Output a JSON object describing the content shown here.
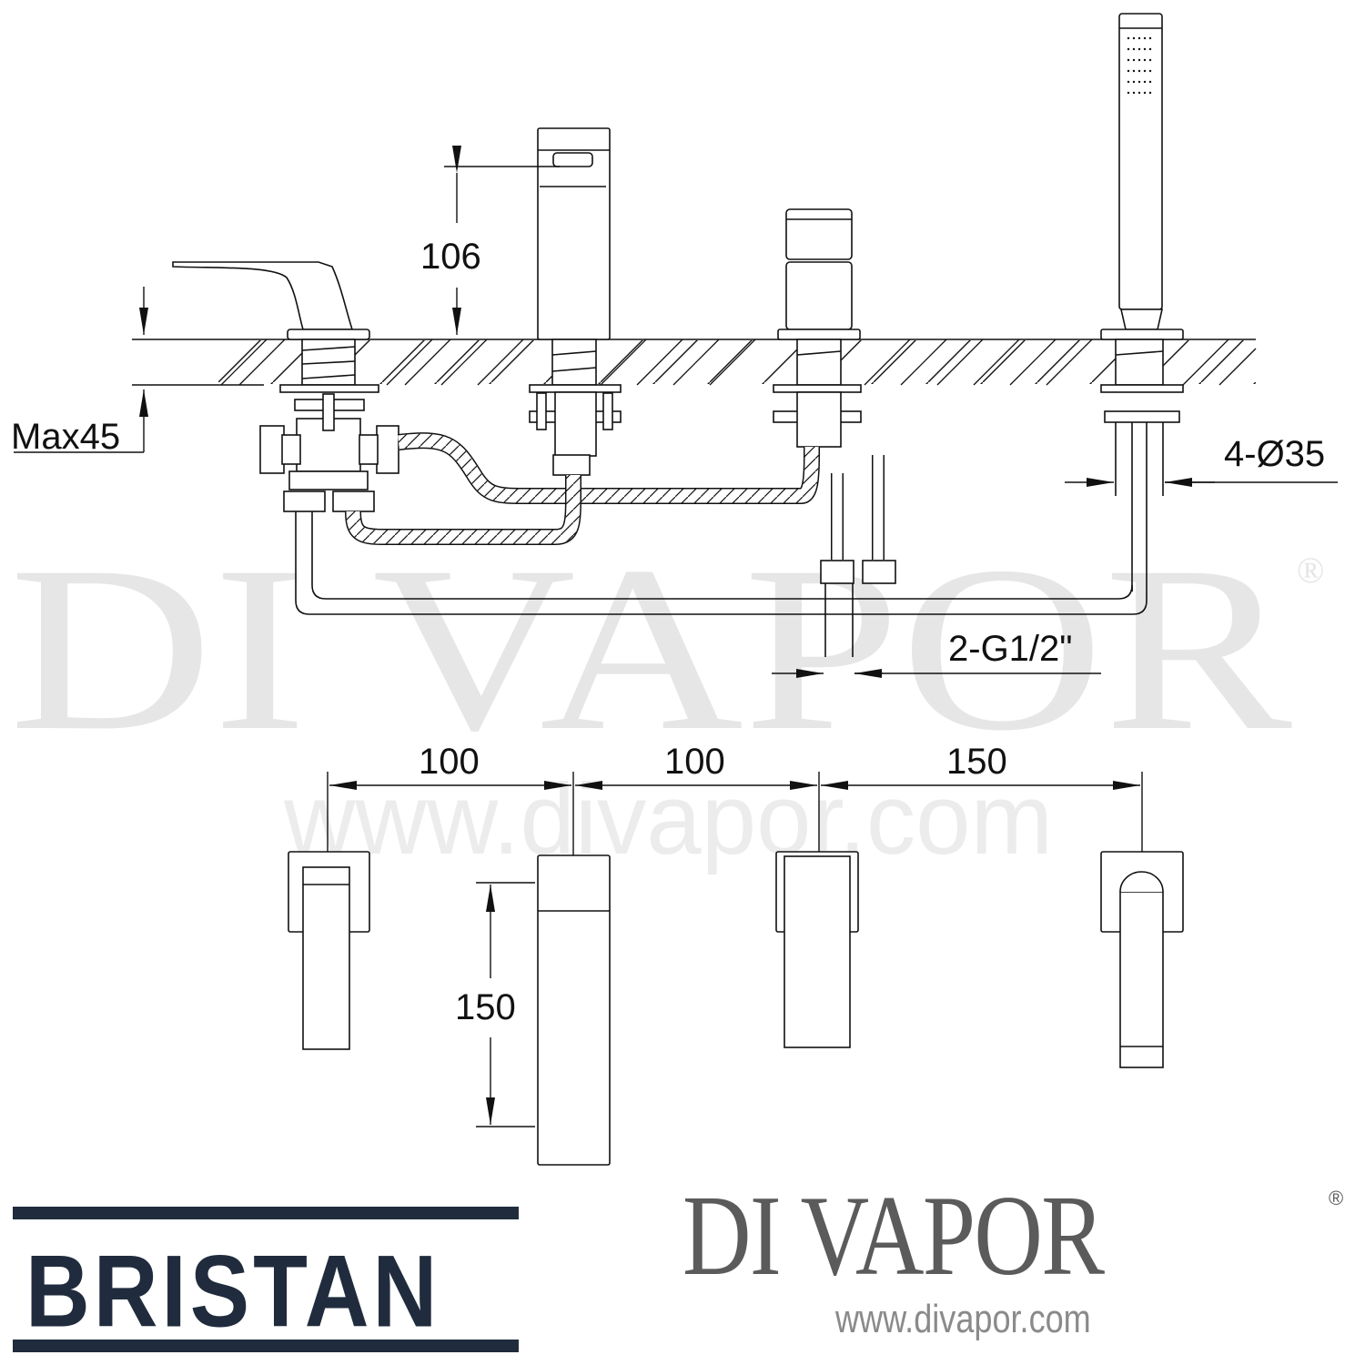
{
  "watermark": {
    "main": "DI VAPOR",
    "registered": "®",
    "url": "www.divapor.com"
  },
  "side_view": {
    "dimensions": {
      "spout_height": "106",
      "deck_thickness": "Max45",
      "hole_diameter": "4-Ø35",
      "inlet_thread": "2-G1/2\""
    }
  },
  "plan_view": {
    "spacing": [
      "100",
      "100",
      "150"
    ],
    "spout_length": "150"
  },
  "footer": {
    "brand_left": "BRISTAN",
    "brand_right": "DI VAPOR",
    "brand_right_reg": "®",
    "brand_right_url": "www.divapor.com"
  },
  "colors": {
    "line": "#111111",
    "bristan_navy": "#202c3d",
    "divapor_grey": "#5b5b5b",
    "watermark_grey": "#e6e6e6"
  }
}
